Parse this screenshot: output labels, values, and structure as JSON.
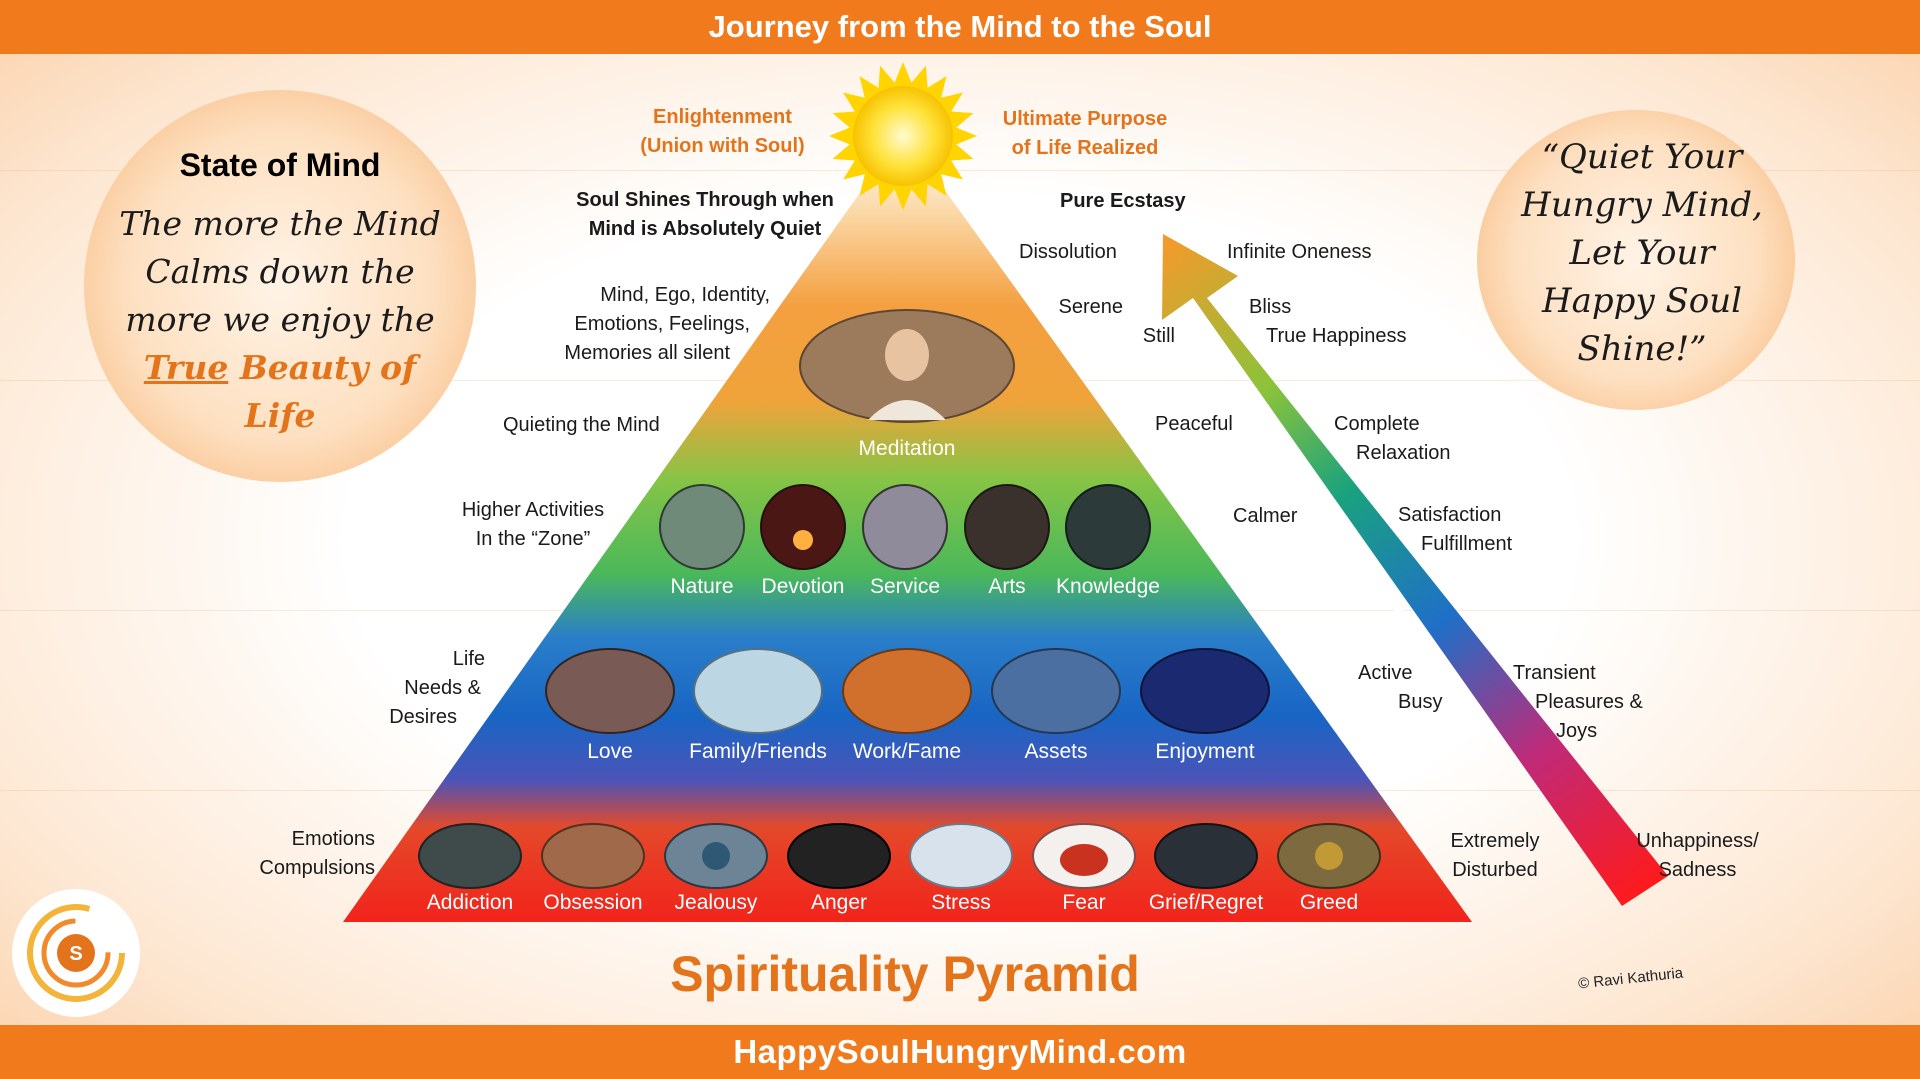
{
  "header": {
    "title": "Journey from the Mind to the Soul"
  },
  "footer": {
    "url": "HappySoulHungryMind.com"
  },
  "pyramid_title": "Spirituality Pyramid",
  "copyright": "© Ravi Kathuria",
  "state_of_mind_box": {
    "title": "State of Mind",
    "line1": "The more the Mind",
    "line2": "Calms down the",
    "line3": "more we enjoy the",
    "true": "True",
    "beauty": "Beauty of",
    "life": "Life"
  },
  "quote": {
    "line1": "“Quiet Your",
    "line2": "Hungry Mind,",
    "line3": "Let Your",
    "line4": "Happy Soul",
    "line5": "Shine!”"
  },
  "apex": {
    "left_1": "Enlightenment",
    "left_2": "(Union with Soul)",
    "right_1": "Ultimate Purpose",
    "right_2": "of Life Realized"
  },
  "left_labels": {
    "soul_1": "Soul Shines Through when",
    "soul_2": "Mind is Absolutely Quiet",
    "silent_1": "Mind, Ego, Identity,",
    "silent_2": "Emotions, Feelings,",
    "silent_3": "Memories all silent",
    "quieting": "Quieting the Mind",
    "higher_1": "Higher Activities",
    "higher_2": "In the “Zone”",
    "life_1": "Life",
    "life_2": "Needs &",
    "life_3": "Desires",
    "emo_1": "Emotions",
    "emo_2": "Compulsions"
  },
  "right_labels": {
    "pure": "Pure Ecstasy",
    "dissolution": "Dissolution",
    "oneness": "Infinite Oneness",
    "serene": "Serene",
    "still": "Still",
    "bliss": "Bliss",
    "happiness": "True Happiness",
    "peaceful": "Peaceful",
    "complete_1": "Complete",
    "complete_2": "Relaxation",
    "calmer": "Calmer",
    "satis_1": "Satisfaction",
    "satis_2": "Fulfillment",
    "active": "Active",
    "busy": "Busy",
    "trans_1": "Transient",
    "trans_2": "Pleasures &",
    "trans_3": "Joys",
    "ext_1": "Extremely",
    "ext_2": "Disturbed",
    "unhappy_1": "Unhappiness/",
    "unhappy_2": "Sadness"
  },
  "arrow_label": "State of Mind",
  "tier_meditation": "Meditation",
  "tier_higher": [
    "Nature",
    "Devotion",
    "Service",
    "Arts",
    "Knowledge"
  ],
  "tier_needs": [
    "Love",
    "Family/Friends",
    "Work/Fame",
    "Assets",
    "Enjoyment"
  ],
  "tier_emotions": [
    "Addiction",
    "Obsession",
    "Jealousy",
    "Anger",
    "Stress",
    "Fear",
    "Grief/Regret",
    "Greed"
  ],
  "colors": {
    "accent": "#f07a1c",
    "orange_text": "#e4741c"
  }
}
